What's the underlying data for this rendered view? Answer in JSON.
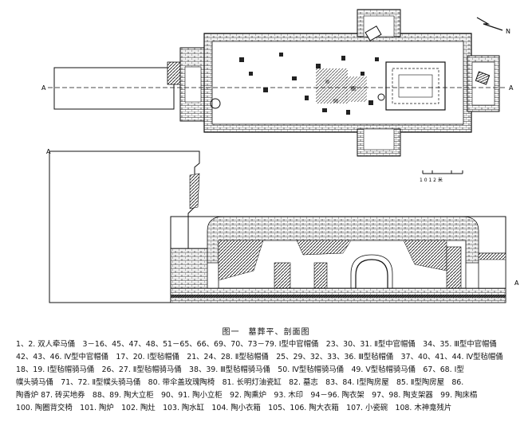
{
  "figure": {
    "title": "图一　墓葬平、剖面图",
    "plan_labels": {
      "section_a_left": "A",
      "section_a_right": "A",
      "north_mark": "N"
    },
    "section_labels": {
      "a_left": "A",
      "a_right": "A"
    },
    "scale_bar": {
      "label": "1  0        1 2 米"
    }
  },
  "legend_lines": [
    "1、2. 双人牵马俑　3－16、45、47、48、51－65、66、69、70、73－79. Ⅰ型中官帽俑　23、30、31. Ⅱ型中官帽俑　34、35. Ⅲ型中官帽俑",
    "42、43、46. Ⅳ型中官帽俑　17、20. Ⅰ型毡帽俑　21、24、28. Ⅱ型毡帽俑　25、29、32、33、36. Ⅲ型毡帽俑　37、40、41、44. Ⅳ型毡帽俑",
    "18、19. Ⅰ型毡帽骑马俑　26、27. Ⅱ型毡帽骑马俑　38、39. Ⅲ型毡帽骑马俑　50. Ⅳ型毡帽骑马俑　49. Ⅴ型毡帽骑马俑　67、68. Ⅰ型",
    "幞头骑马俑　71、72. Ⅱ型幞头骑马俑　80. 带伞盖玫瑰陶椅　81. 长明灯油瓷缸　82. 墓志　83、84. Ⅰ型陶房屋　85. Ⅱ型陶房屋　86.",
    "陶香炉 87. 砖买地券　88、89. 陶大立柜　90、91. 陶小立柜　92. 陶熏炉　93. 木印　94－96. 陶衣架　97、98. 陶支架器　99. 陶床榻",
    "100. 陶圈背交椅　101. 陶炉　102. 陶灶　103. 陶水缸　104. 陶小衣箱　105、106. 陶大衣箱　107. 小瓷碗　108. 木神龛残片"
  ]
}
